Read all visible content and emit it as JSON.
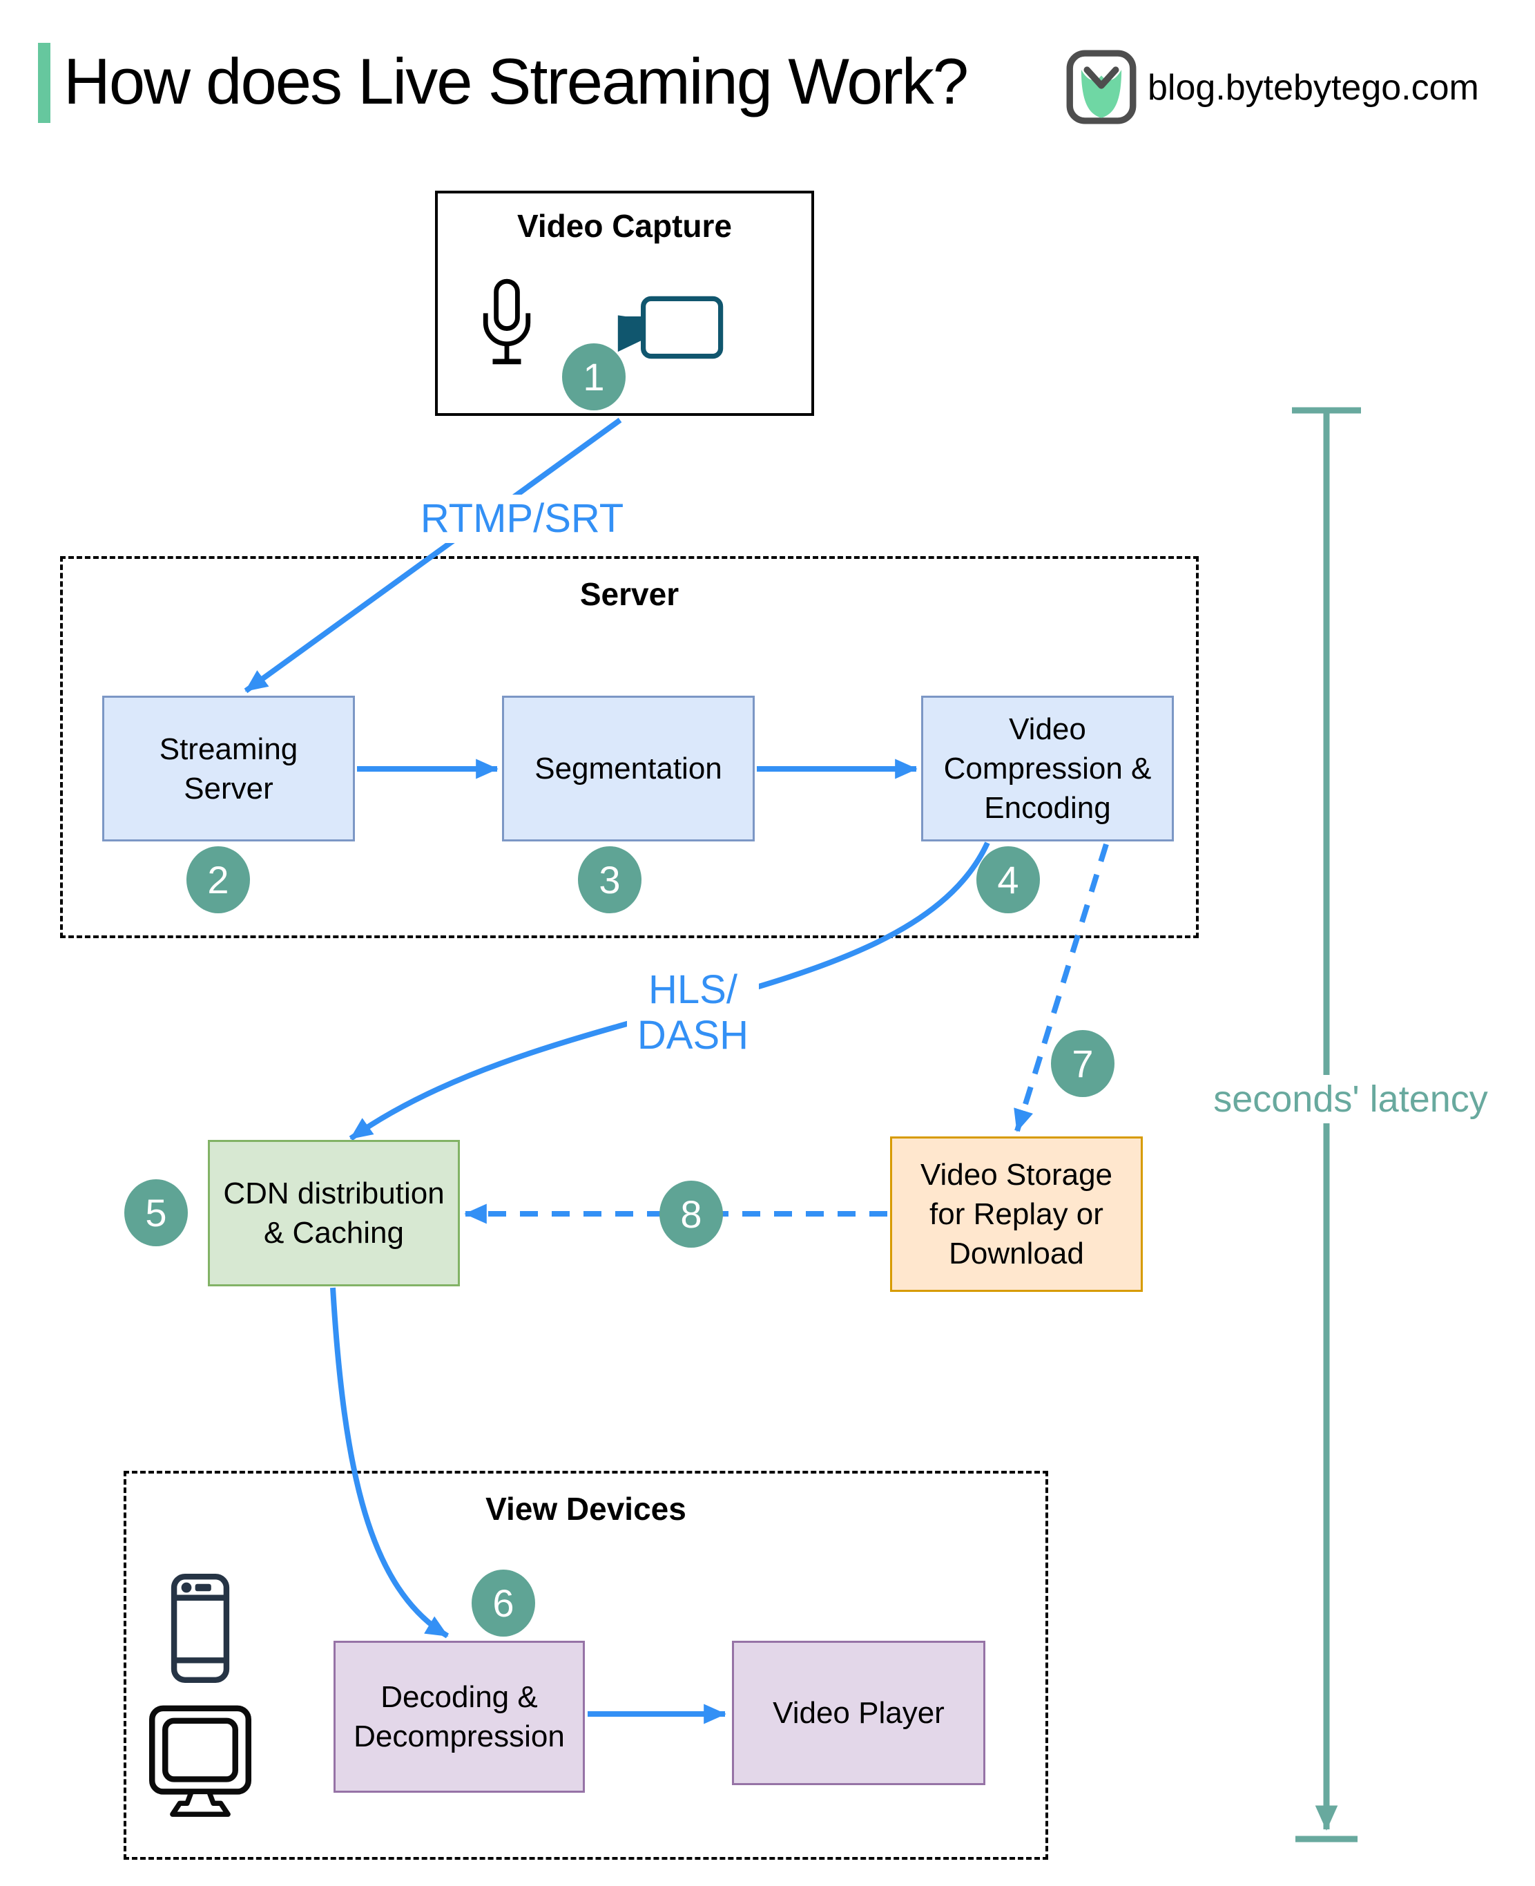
{
  "header": {
    "title": "How does Live Streaming Work?",
    "site": "blog.bytebytego.com"
  },
  "groups": {
    "server": {
      "title": "Server"
    },
    "view_devices": {
      "title": "View Devices"
    }
  },
  "nodes": {
    "video_capture": {
      "title": "Video Capture"
    },
    "streaming_server": {
      "label": "Streaming\nServer"
    },
    "segmentation": {
      "label": "Segmentation"
    },
    "video_compression": {
      "label": "Video\nCompression &\nEncoding"
    },
    "cdn": {
      "label": "CDN distribution\n& Caching"
    },
    "video_storage": {
      "label": "Video Storage\nfor Replay or\nDownload"
    },
    "decoding": {
      "label": "Decoding &\nDecompression"
    },
    "video_player": {
      "label": "Video Player"
    }
  },
  "edges": {
    "rtmp_label": "RTMP/SRT",
    "hls_label": "HLS/\nDASH",
    "latency_label": "seconds' latency"
  },
  "steps": [
    "1",
    "2",
    "3",
    "4",
    "5",
    "6",
    "7",
    "8"
  ],
  "icons": {
    "microphone": "microphone-icon",
    "video_camera": "video-camera-icon",
    "smartphone": "smartphone-icon",
    "monitor": "monitor-icon",
    "logo": "bytebytego-logo-icon"
  },
  "colors": {
    "accent_green": "#66C79E",
    "arrow_blue": "#3390F5",
    "step_badge_teal": "#5FA495",
    "latency_teal": "#68A99E",
    "box_blue_fill": "#DBE8FB",
    "box_blue_border": "#7C97C5",
    "box_green_fill": "#D7E8D2",
    "box_green_border": "#82B366",
    "box_orange_fill": "#FFE7CE",
    "box_orange_border": "#D79B00",
    "box_purple_fill": "#E3D7E9",
    "box_purple_border": "#9673A6",
    "camera_icon_teal": "#10566E",
    "phone_icon_navy": "#263445"
  }
}
